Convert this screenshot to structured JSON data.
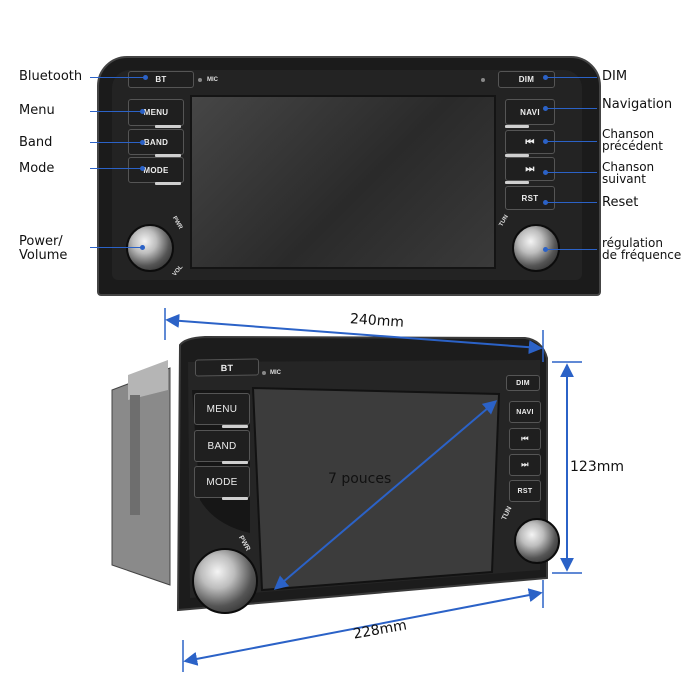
{
  "top_unit": {
    "buttons": {
      "bt": "BT",
      "menu": "MENU",
      "band": "BAND",
      "mode": "MODE",
      "dim": "DIM",
      "navi": "NAVI",
      "prev": "⏮",
      "next": "⏭",
      "rst": "RST"
    },
    "mic": "MIC",
    "pwr": "PWR",
    "vol": "VOL",
    "tun": "TUN"
  },
  "callouts_left": {
    "bluetooth": "Bluetooth",
    "menu": "Menu",
    "band": "Band",
    "mode": "Mode",
    "power_line1": "Power/",
    "power_line2": "Volume"
  },
  "callouts_right": {
    "dim": "DIM",
    "navigation": "Navigation",
    "prev_line1": "Chanson",
    "prev_line2": "précédent",
    "next_line1": "Chanson",
    "next_line2": "suivant",
    "reset": "Reset",
    "tuning_line1": "régulation",
    "tuning_line2": "de fréquence"
  },
  "bottom_unit": {
    "buttons": {
      "bt": "BT",
      "menu": "MENU",
      "band": "BAND",
      "mode": "MODE",
      "dim": "DIM",
      "navi": "NAVI",
      "prev": "⏮",
      "next": "⏭",
      "rst": "RST"
    },
    "mic": "MIC",
    "pwr": "PWR",
    "tun": "TUN"
  },
  "dimensions": {
    "width_top": "240mm",
    "height": "123mm",
    "diagonal": "7 pouces",
    "width_bottom": "228mm"
  },
  "colors": {
    "accent": "#2b62c7",
    "bezel": "#1c1c1c"
  }
}
